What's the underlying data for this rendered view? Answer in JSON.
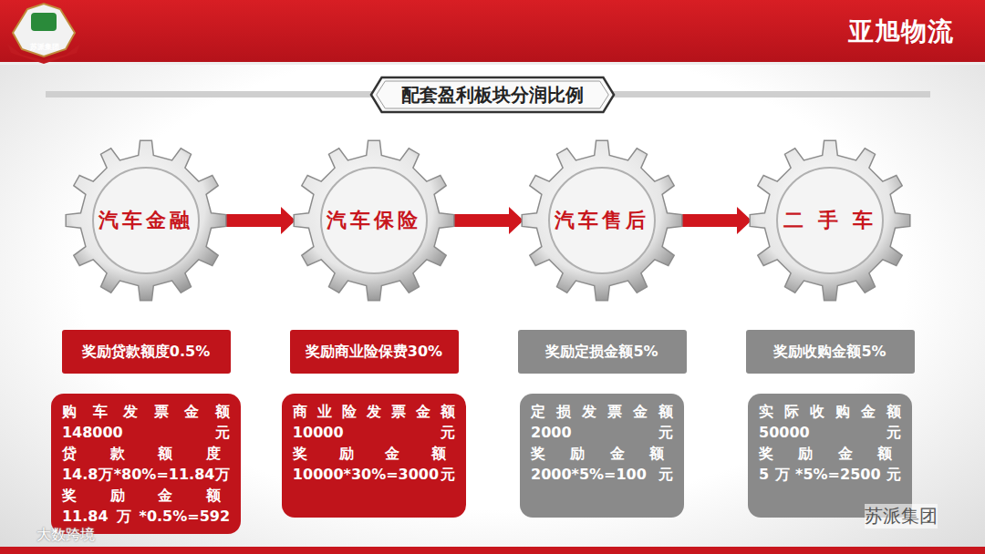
{
  "diagram": {
    "title": "配套盈利板块分润比例",
    "nodes": [
      {
        "text": [
          "汽车金融"
        ]
      },
      {
        "text": [
          "汽车保险"
        ]
      },
      {
        "text": [
          "汽车售后"
        ]
      },
      {
        "text": [
          "二 手 车"
        ]
      },
      {
        "text": [
          "奖励贷款额度0.5%"
        ]
      },
      {
        "text": [
          "奖励商业险保费30%"
        ]
      },
      {
        "text": [
          "奖励定损金额5%"
        ]
      },
      {
        "text": [
          "奖励收购金额5%"
        ]
      },
      {
        "text": [
          "购车发票金额",
          "148000元",
          "贷款额度",
          "14.8万*80%=11.84万",
          "奖励金额",
          "11.84万*0.5%=592"
        ]
      },
      {
        "text": [
          "商业险发票金额",
          "10000元",
          "奖励金额",
          "10000*30%=3000元"
        ]
      },
      {
        "text": [
          "定损发票金额",
          "2000元",
          "奖励金额",
          "2000*5%=100元"
        ]
      },
      {
        "text": [
          "实际收购金额",
          "50000元",
          "奖励金额",
          "5万*5%=2500元"
        ]
      }
    ],
    "edges": [
      {
        "from": 0,
        "to": 1,
        "arrow": "to"
      },
      {
        "from": 1,
        "to": 2,
        "arrow": "to"
      },
      {
        "from": 2,
        "to": 3,
        "arrow": "to"
      }
    ],
    "labels": [
      "亚旭物流",
      "苏派集团",
      "大数跨境",
      "苏派集团"
    ]
  }
}
